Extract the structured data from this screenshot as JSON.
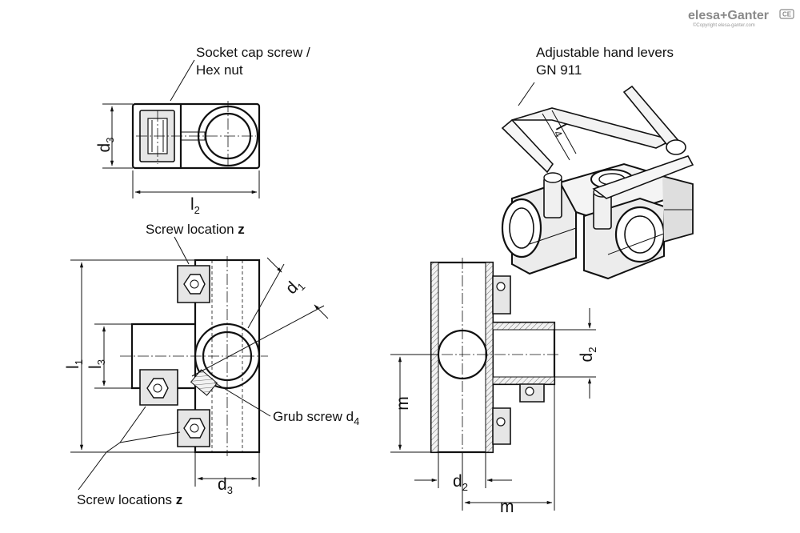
{
  "branding": {
    "logo_text": "elesa+Ganter",
    "copyright": "©Copyright elesa-ganter.com",
    "badge": "CE"
  },
  "labels": {
    "socket_cap_screw_line1": "Socket cap screw /",
    "socket_cap_screw_line2": "Hex nut",
    "adjustable_levers_line1": "Adjustable hand levers",
    "adjustable_levers_line2": "GN 911",
    "screw_location_text": "Screw location ",
    "screw_location_var": "z",
    "screw_locations_text": "Screw locations ",
    "screw_locations_var": "z",
    "grub_screw_text": "Grub screw d",
    "grub_screw_sub": "4"
  },
  "dimensions": {
    "d3_top": {
      "base": "d",
      "sub": "3"
    },
    "l2": {
      "base": "l",
      "sub": "2"
    },
    "l4": {
      "base": "l",
      "sub": "4"
    },
    "d1": {
      "base": "d",
      "sub": "1"
    },
    "l1": {
      "base": "l",
      "sub": "1"
    },
    "l3": {
      "base": "l",
      "sub": "3"
    },
    "d3_bottom": {
      "base": "d",
      "sub": "3"
    },
    "d2_right": {
      "base": "d",
      "sub": "2"
    },
    "m_vertical": "m",
    "d2_bottom": {
      "base": "d",
      "sub": "2"
    },
    "m_bottom": "m"
  }
}
